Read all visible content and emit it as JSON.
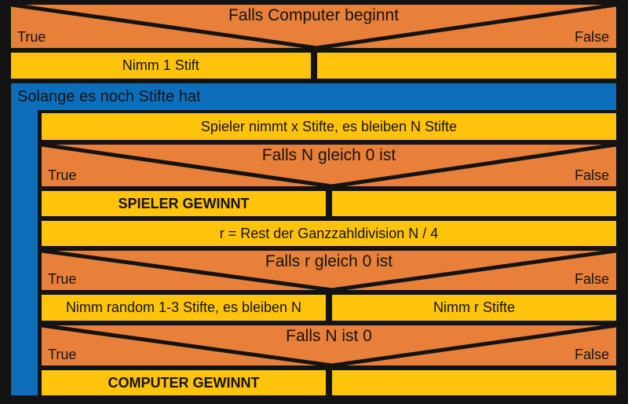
{
  "colors": {
    "orange": "#E8803A",
    "yellow": "#FFC30B",
    "blue": "#0D6EBC",
    "frame": "#131313",
    "ink": "#141414"
  },
  "structogram": {
    "if_computer_begins": {
      "condition": "Falls Computer beginnt",
      "true_label": "True",
      "false_label": "False",
      "true_action": "Nimm 1 Stift",
      "false_action": ""
    },
    "loop": {
      "header": "Solange es noch Stifte hat"
    },
    "loop_body": {
      "player_action": "Spieler nimmt x Stifte, es bleiben N Stifte",
      "if_n_zero": {
        "condition": "Falls N gleich 0 ist",
        "true_label": "True",
        "false_label": "False",
        "true_action": "SPIELER GEWINNT",
        "false_action": ""
      },
      "remainder_action": "r = Rest der Ganzzahldivision N / 4",
      "if_r_zero": {
        "condition": "Falls r gleich 0 ist",
        "true_label": "True",
        "false_label": "False",
        "true_action": "Nimm random 1-3 Stifte, es bleiben N",
        "false_action": "Nimm r Stifte"
      },
      "if_n_is_zero": {
        "condition": "Falls N ist 0",
        "true_label": "True",
        "false_label": "False",
        "true_action": "COMPUTER GEWINNT",
        "false_action": ""
      }
    }
  }
}
